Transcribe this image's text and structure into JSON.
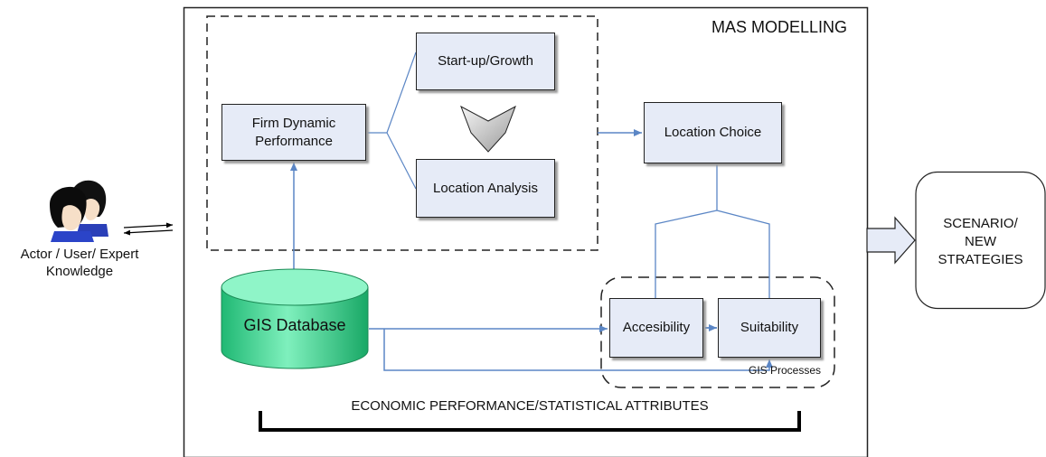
{
  "main_panel": {
    "title": "MAS MODELLING"
  },
  "actor": {
    "label": "Actor / User/ Expert\nKnowledge"
  },
  "boxes": {
    "firm_dynamic": "Firm Dynamic\nPerformance",
    "startup_growth": "Start-up/Growth",
    "location_analysis": "Location Analysis",
    "location_choice": "Location Choice",
    "accessibility": "Accesibility",
    "suitability": "Suitability"
  },
  "gis_database": {
    "label": "GIS Database",
    "color": "#33cc88"
  },
  "gis_processes": {
    "label": "GIS Processes"
  },
  "economic_bar": {
    "label": "ECONOMIC PERFORMANCE/STATISTICAL ATTRIBUTES"
  },
  "scenario": {
    "label": "SCENARIO/\nNEW\nSTRATEGIES"
  },
  "colors": {
    "box_fill": "#e6ebf7",
    "connector": "#5b86c5"
  }
}
